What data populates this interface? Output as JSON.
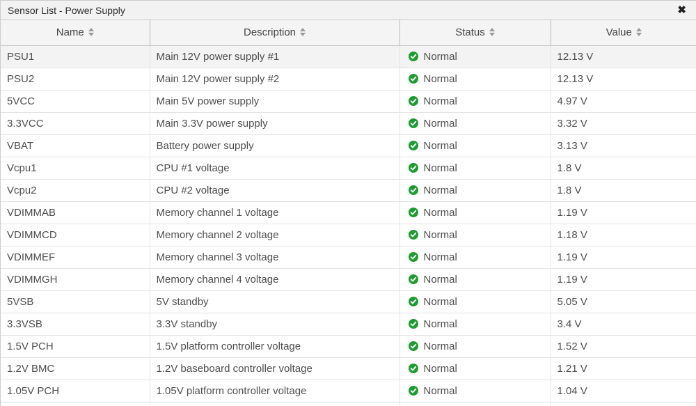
{
  "window": {
    "title": "Sensor List - Power Supply",
    "close_icon": "✖"
  },
  "table": {
    "columns": [
      {
        "label": "Name"
      },
      {
        "label": "Description"
      },
      {
        "label": "Status"
      },
      {
        "label": "Value"
      }
    ],
    "status_ok_color": "#1d9d2f",
    "rows": [
      {
        "name": "PSU1",
        "description": "Main 12V power supply #1",
        "status": "Normal",
        "value": "12.13 V"
      },
      {
        "name": "PSU2",
        "description": "Main 12V power supply #2",
        "status": "Normal",
        "value": "12.13 V"
      },
      {
        "name": "5VCC",
        "description": "Main 5V power supply",
        "status": "Normal",
        "value": "4.97 V"
      },
      {
        "name": "3.3VCC",
        "description": "Main 3.3V power supply",
        "status": "Normal",
        "value": "3.32 V"
      },
      {
        "name": "VBAT",
        "description": "Battery power supply",
        "status": "Normal",
        "value": "3.13 V"
      },
      {
        "name": "Vcpu1",
        "description": "CPU #1 voltage",
        "status": "Normal",
        "value": "1.8 V"
      },
      {
        "name": "Vcpu2",
        "description": "CPU #2 voltage",
        "status": "Normal",
        "value": "1.8 V"
      },
      {
        "name": "VDIMMAB",
        "description": "Memory channel 1 voltage",
        "status": "Normal",
        "value": "1.19 V"
      },
      {
        "name": "VDIMMCD",
        "description": "Memory channel 2 voltage",
        "status": "Normal",
        "value": "1.18 V"
      },
      {
        "name": "VDIMMEF",
        "description": "Memory channel 3 voltage",
        "status": "Normal",
        "value": "1.19 V"
      },
      {
        "name": "VDIMMGH",
        "description": "Memory channel 4 voltage",
        "status": "Normal",
        "value": "1.19 V"
      },
      {
        "name": "5VSB",
        "description": "5V standby",
        "status": "Normal",
        "value": "5.05 V"
      },
      {
        "name": "3.3VSB",
        "description": "3.3V standby",
        "status": "Normal",
        "value": "3.4 V"
      },
      {
        "name": "1.5V PCH",
        "description": "1.5V platform controller voltage",
        "status": "Normal",
        "value": "1.52 V"
      },
      {
        "name": "1.2V BMC",
        "description": "1.2V baseboard controller voltage",
        "status": "Normal",
        "value": "1.21 V"
      },
      {
        "name": "1.05V PCH",
        "description": "1.05V platform controller voltage",
        "status": "Normal",
        "value": "1.04 V"
      }
    ]
  }
}
